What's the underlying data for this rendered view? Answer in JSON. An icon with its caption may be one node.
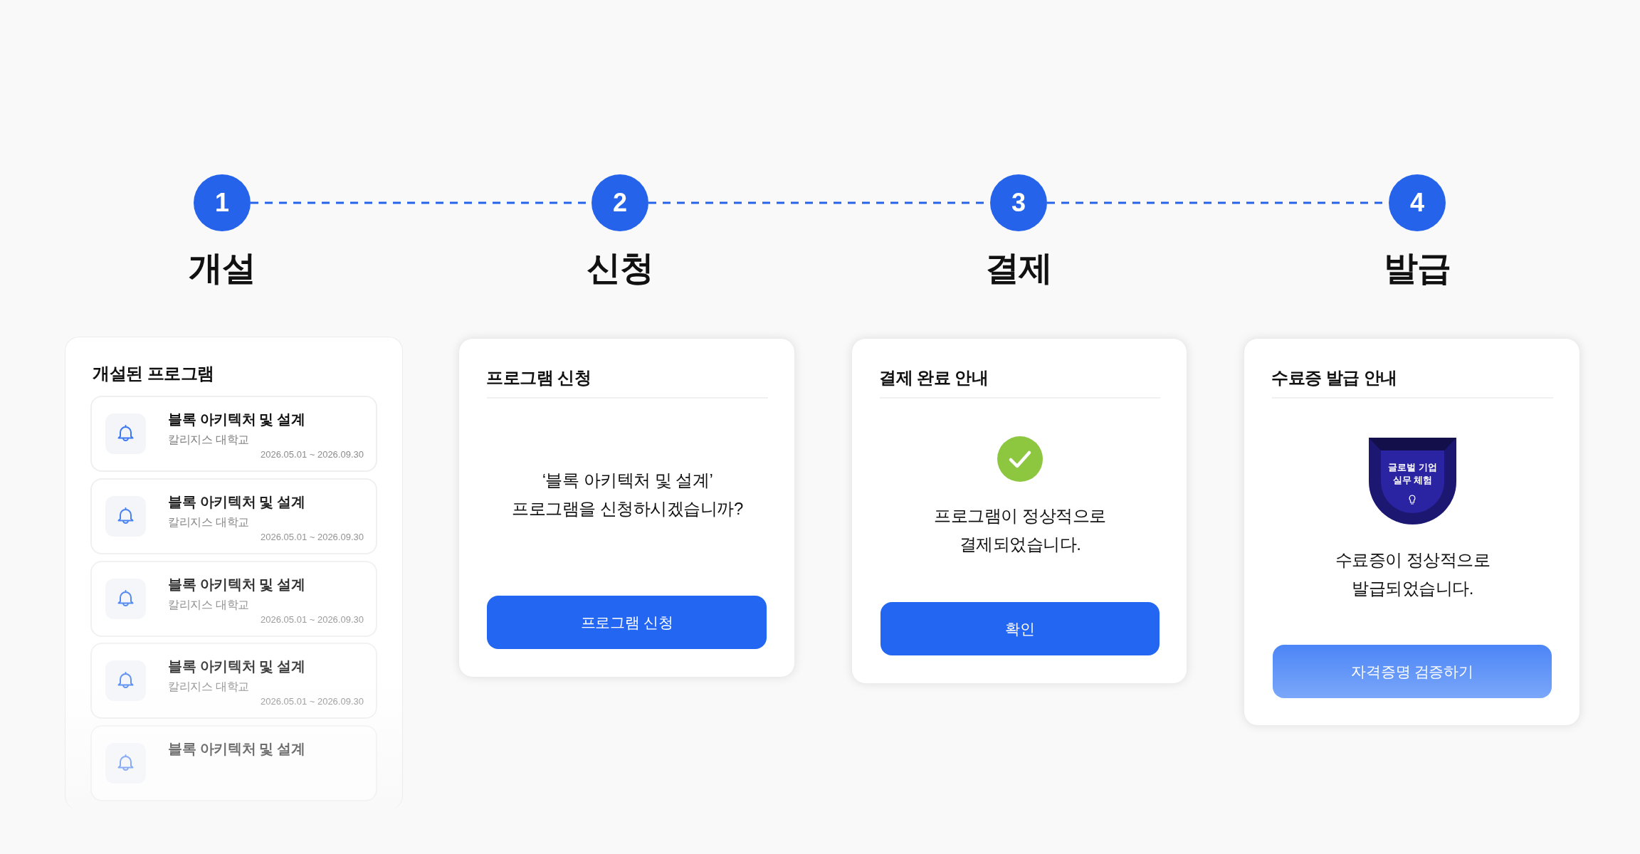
{
  "diagram": {
    "nodes": [
      {
        "text": [
          "1"
        ],
        "beside": [
          "개설"
        ]
      },
      {
        "text": [
          "2"
        ],
        "beside": [
          "신청"
        ]
      },
      {
        "text": [
          "3"
        ],
        "beside": [
          "결제"
        ]
      },
      {
        "text": [
          "4"
        ],
        "beside": [
          "발급"
        ]
      },
      {
        "text": [
          "개설된 프로그램"
        ]
      },
      {
        "text": [
          "블록 아키텍처 및 설계",
          "칼리지스 대학교",
          "2026.05.01 ~ 2026.09.30"
        ],
        "in": 4
      },
      {
        "text": [
          "블록 아키텍처 및 설계",
          "칼리지스 대학교",
          "2026.05.01 ~ 2026.09.30"
        ],
        "in": 4
      },
      {
        "text": [
          "블록 아키텍처 및 설계",
          "칼리지스 대학교",
          "2026.05.01 ~ 2026.09.30"
        ],
        "in": 4
      },
      {
        "text": [
          "블록 아키텍처 및 설계",
          "칼리지스 대학교",
          "2026.05.01 ~ 2026.09.30"
        ],
        "in": 4
      },
      {
        "text": [
          "블록 아키텍처 및 설계"
        ],
        "in": 4
      },
      {
        "text": [
          "프로그램 신청",
          "‘블록 아키텍처 및 설계’ 프로그램을 신청하시겠습니까?"
        ]
      },
      {
        "text": [
          "프로그램 신청"
        ],
        "in": 10
      },
      {
        "text": [
          "결제 완료 안내",
          "프로그램이 정상적으로 결제되었습니다."
        ]
      },
      {
        "text": [
          "확인"
        ],
        "in": 12
      },
      {
        "text": [
          "수료증 발급 안내",
          "수료증이 정상적으로 발급되었습니다."
        ]
      },
      {
        "text": [
          "글로벌 기업 실무 체험"
        ],
        "in": 14
      },
      {
        "text": [
          "자격증명 검증하기"
        ],
        "in": 14
      }
    ],
    "edges": [
      {
        "from": 0,
        "to": 1,
        "arrow": "none",
        "style": "dashed"
      },
      {
        "from": 1,
        "to": 2,
        "arrow": "none",
        "style": "dashed"
      },
      {
        "from": 2,
        "to": 3,
        "arrow": "none",
        "style": "dashed"
      }
    ]
  }
}
